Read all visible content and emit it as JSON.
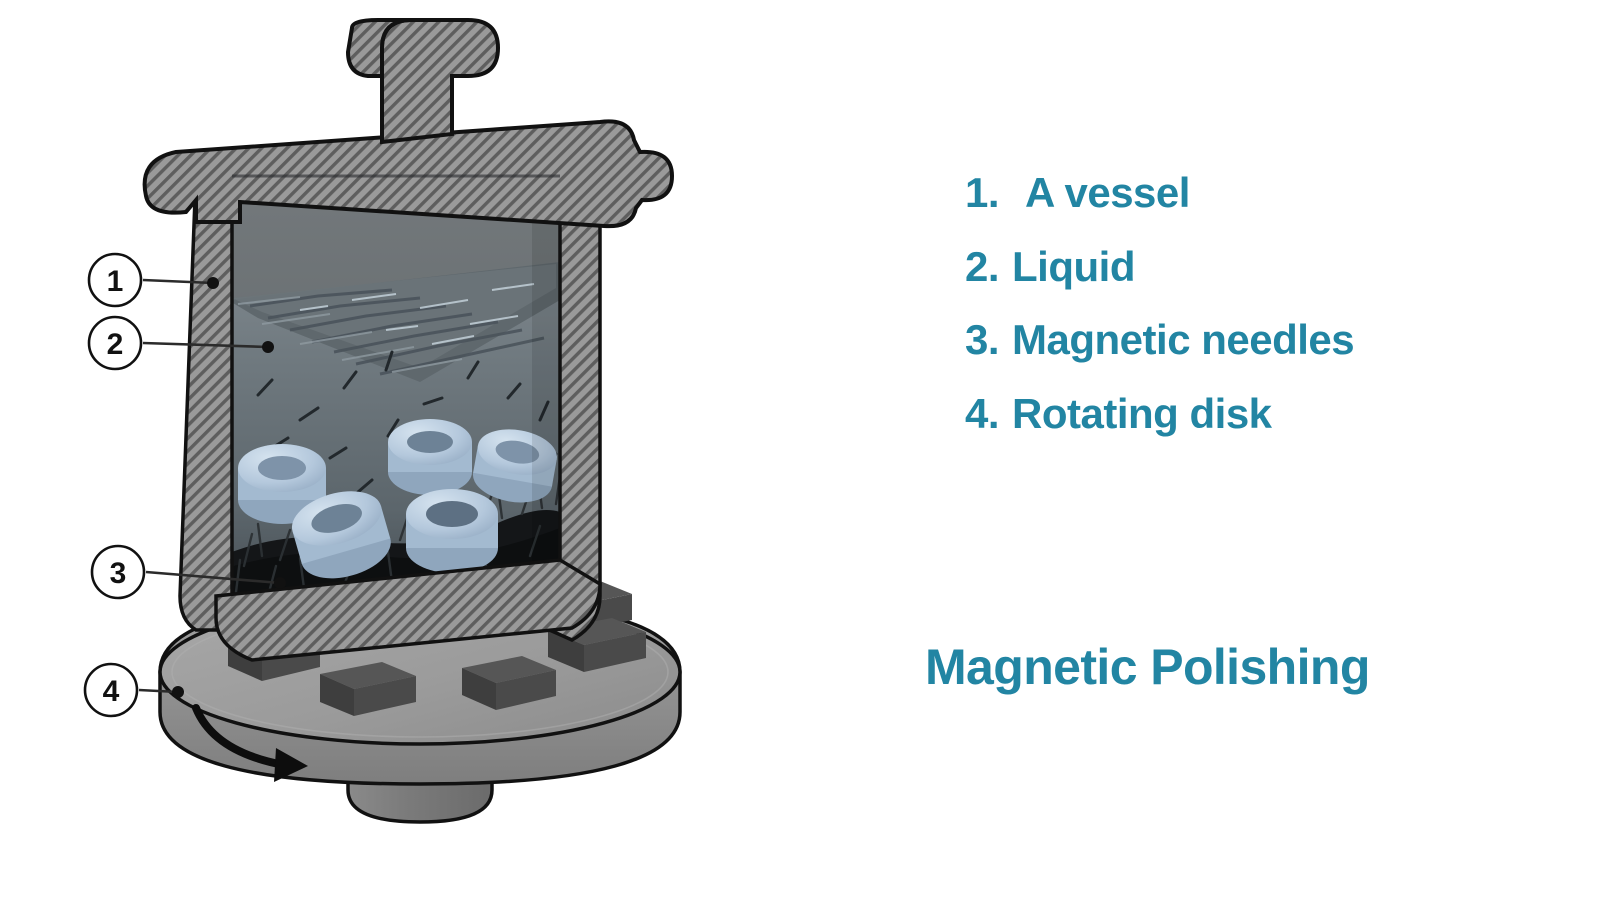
{
  "page": {
    "background": "#ffffff",
    "accent_color": "#2285a3",
    "title": "Magnetic Polishing"
  },
  "legend": {
    "items": [
      {
        "number": "1.",
        "label": "A vessel"
      },
      {
        "number": "2.",
        "label": "Liquid"
      },
      {
        "number": "3.",
        "label": "Magnetic needles"
      },
      {
        "number": "4.",
        "label": "Rotating disk"
      }
    ]
  },
  "diagram": {
    "name": "magnetic-polishing-machine-cutaway",
    "callouts": [
      {
        "id": "1",
        "label": "1",
        "target": "vessel-wall"
      },
      {
        "id": "2",
        "label": "2",
        "target": "liquid"
      },
      {
        "id": "3",
        "label": "3",
        "target": "magnetic-needles"
      },
      {
        "id": "4",
        "label": "4",
        "target": "rotating-disk"
      }
    ],
    "colors": {
      "vessel_metal": "#8a8a8a",
      "vessel_metal_dark": "#6f6f6f",
      "hatch_line": "#3c3c3c",
      "outline": "#111111",
      "liquid_upper": "#6d7378",
      "liquid_lower": "#5d666c",
      "ring_blue": "#b9cde0",
      "ring_blue_dark": "#8fa9c2",
      "needles_dark": "#131516",
      "disk_top": "#9b9b9b",
      "disk_side": "#8e8e8e",
      "magnet_block": "#4a4a4a"
    }
  }
}
